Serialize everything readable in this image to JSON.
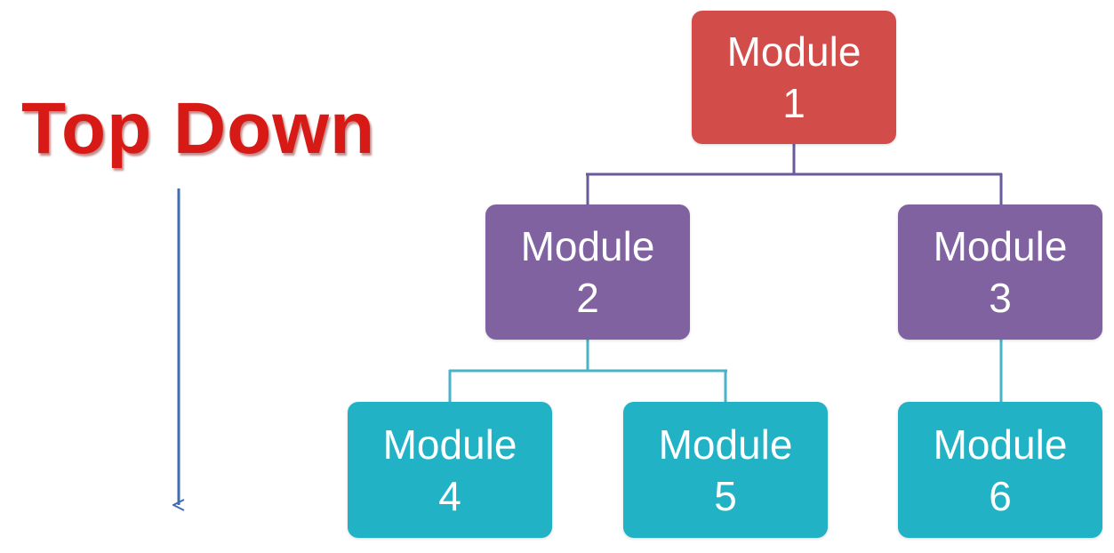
{
  "title": "Top Down",
  "colors": {
    "title": "#d81a16",
    "level1": "#d24c4a",
    "level2": "#8062a0",
    "level3": "#22b2c6",
    "arrow": "#3f6db3",
    "connector_level1": "#6a5a9c",
    "connector_level2": "#4ab3c8"
  },
  "modules": [
    {
      "label": "Module",
      "number": "1"
    },
    {
      "label": "Module",
      "number": "2"
    },
    {
      "label": "Module",
      "number": "3"
    },
    {
      "label": "Module",
      "number": "4"
    },
    {
      "label": "Module",
      "number": "5"
    },
    {
      "label": "Module",
      "number": "6"
    }
  ],
  "arrow_icon": "down-arrow-icon"
}
